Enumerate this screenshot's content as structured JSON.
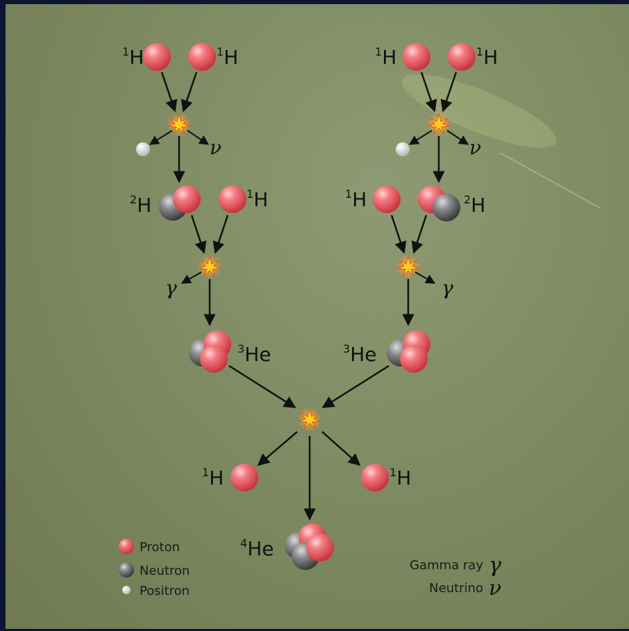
{
  "colors": {
    "proton": "#f06a72",
    "neutron": "#6e6e6e",
    "positron": "#e8e8e8",
    "background": "#7f8b62",
    "star": "#ffd21a"
  },
  "symbols": {
    "hydrogen": "H",
    "helium": "He",
    "mass_1": "1",
    "mass_2": "2",
    "mass_3": "3",
    "mass_4": "4",
    "gamma": "γ",
    "neutrino": "ν"
  },
  "legend": {
    "proton": "Proton",
    "neutron": "Neutron",
    "positron": "Positron",
    "gamma_ray": "Gamma ray",
    "neutrino": "Neutrino"
  }
}
